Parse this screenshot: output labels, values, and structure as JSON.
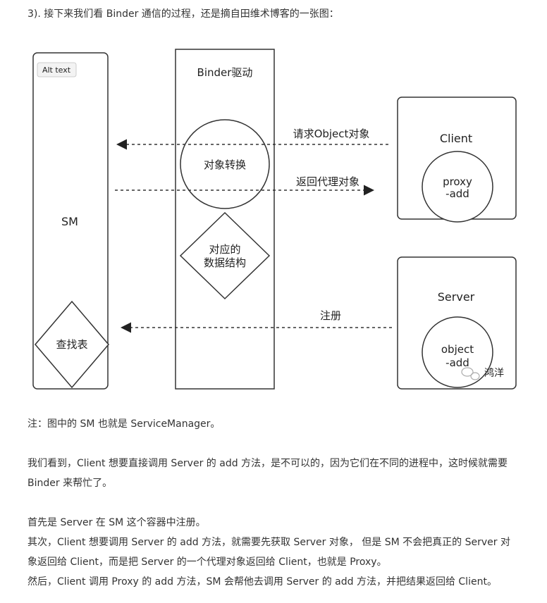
{
  "heading": "3). 接下来我们看 Binder 通信的过程，还是摘自田维术博客的一张图：",
  "diagram": {
    "alt_button": "Alt text",
    "sm_label": "SM",
    "lookup_table": "查找表",
    "driver_label": "Binder驱动",
    "object_convert": "对象转换",
    "data_structure_line1": "对应的",
    "data_structure_line2": "数据结构",
    "request_label": "请求Object对象",
    "return_label": "返回代理对象",
    "register_label": "注册",
    "client_label": "Client",
    "proxy_line1": "proxy",
    "proxy_line2": "-add",
    "server_label": "Server",
    "object_line1": "object",
    "object_line2": "-add",
    "watermark": "鸿洋"
  },
  "paragraphs": {
    "note": "注：图中的 SM 也就是 ServiceManager。",
    "p1_line1": "我们看到，Client 想要直接调用 Server 的 add 方法，是不可以的，因为它们在不同的进程中，这时候就需要",
    "p1_line2": "Binder 来帮忙了。",
    "p2_line1": "首先是 Server 在 SM 这个容器中注册。",
    "p2_line2": "其次，Client 想要调用 Server 的 add 方法，就需要先获取 Server 对象， 但是 SM 不会把真正的 Server 对",
    "p2_line3": "象返回给 Client，而是把 Server 的一个代理对象返回给 Client，也就是 Proxy。",
    "p2_line4": "然后，Client 调用 Proxy 的 add 方法，SM 会帮他去调用 Server 的 add 方法，并把结果返回给 Client。"
  }
}
